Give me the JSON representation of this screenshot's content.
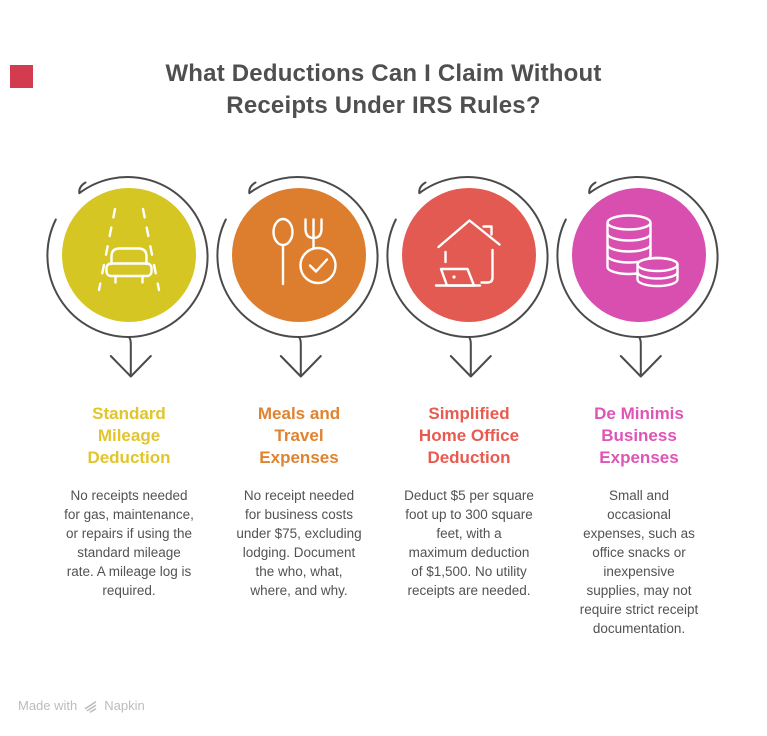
{
  "corner_mark": {
    "color": "#d23c4e"
  },
  "title": "What Deductions Can I Claim Without\nReceipts Under IRS Rules?",
  "items": [
    {
      "heading": "Standard\nMileage\nDeduction",
      "description": "No receipts needed\nfor gas, maintenance,\nor repairs if using the\nstandard mileage\nrate. A mileage log is\nrequired.",
      "circle_color": "#d5c623",
      "heading_color": "#e2c52c",
      "icon": "car-on-road-icon"
    },
    {
      "heading": "Meals and\nTravel\nExpenses",
      "description": "No receipt needed\nfor business costs\nunder $75, excluding\nlodging. Document\nthe who, what,\nwhere, and why.",
      "circle_color": "#dd7e2f",
      "heading_color": "#e0832f",
      "icon": "cutlery-check-icon"
    },
    {
      "heading": "Simplified\nHome Office\nDeduction",
      "description": "Deduct $5 per square\nfoot up to 300 square\nfeet, with a\nmaximum deduction\nof $1,500. No utility\nreceipts are needed.",
      "circle_color": "#e25a52",
      "heading_color": "#e85b51",
      "icon": "home-laptop-icon"
    },
    {
      "heading": "De Minimis\nBusiness\nExpenses",
      "description": "Small and\noccasional\nexpenses, such as\noffice snacks or\ninexpensive\nsupplies, may not\nrequire strict receipt\ndocumentation.",
      "circle_color": "#d94fb0",
      "heading_color": "#de55b6",
      "icon": "coins-icon"
    }
  ],
  "footer": {
    "made_with": "Made with",
    "brand": "Napkin"
  }
}
